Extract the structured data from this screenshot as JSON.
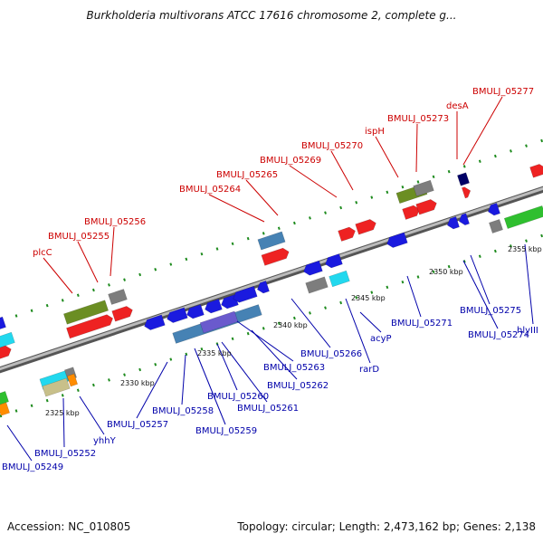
{
  "title": "Burkholderia multivorans ATCC 17616 chromosome 2, complete g...",
  "footer": {
    "accession": "Accession: NC_010805",
    "summary": "Topology: circular; Length: 2,473,162 bp; Genes: 2,138"
  },
  "colors": {
    "forward_cds": "#ee2222",
    "reverse_cds": "#1a1adf",
    "label_forward": "#cc0000",
    "label_reverse": "#0000aa",
    "backbone": "#888888",
    "tick": "#1e8b1e"
  },
  "scale_labels": [
    "2325 kbp",
    "2330 kbp",
    "2335 kbp",
    "2340 kbp",
    "2345 kbp",
    "2350 kbp",
    "2355 kbp"
  ],
  "forward_labels": [
    "plcC",
    "BMULJ_05255",
    "BMULJ_05256",
    "BMULJ_05264",
    "BMULJ_05265",
    "BMULJ_05269",
    "BMULJ_05270",
    "ispH",
    "BMULJ_05273",
    "desA",
    "BMULJ_05277"
  ],
  "reverse_labels": [
    "BMULJ_05249",
    "BMULJ_05252",
    "yhhY",
    "BMULJ_05257",
    "BMULJ_05258",
    "BMULJ_05259",
    "BMULJ_05260",
    "BMULJ_05261",
    "BMULJ_05262",
    "BMULJ_05263",
    "BMULJ_05266",
    "rarD",
    "acyP",
    "BMULJ_05271",
    "BMULJ_05274",
    "BMULJ_05275",
    "hlyIII"
  ]
}
